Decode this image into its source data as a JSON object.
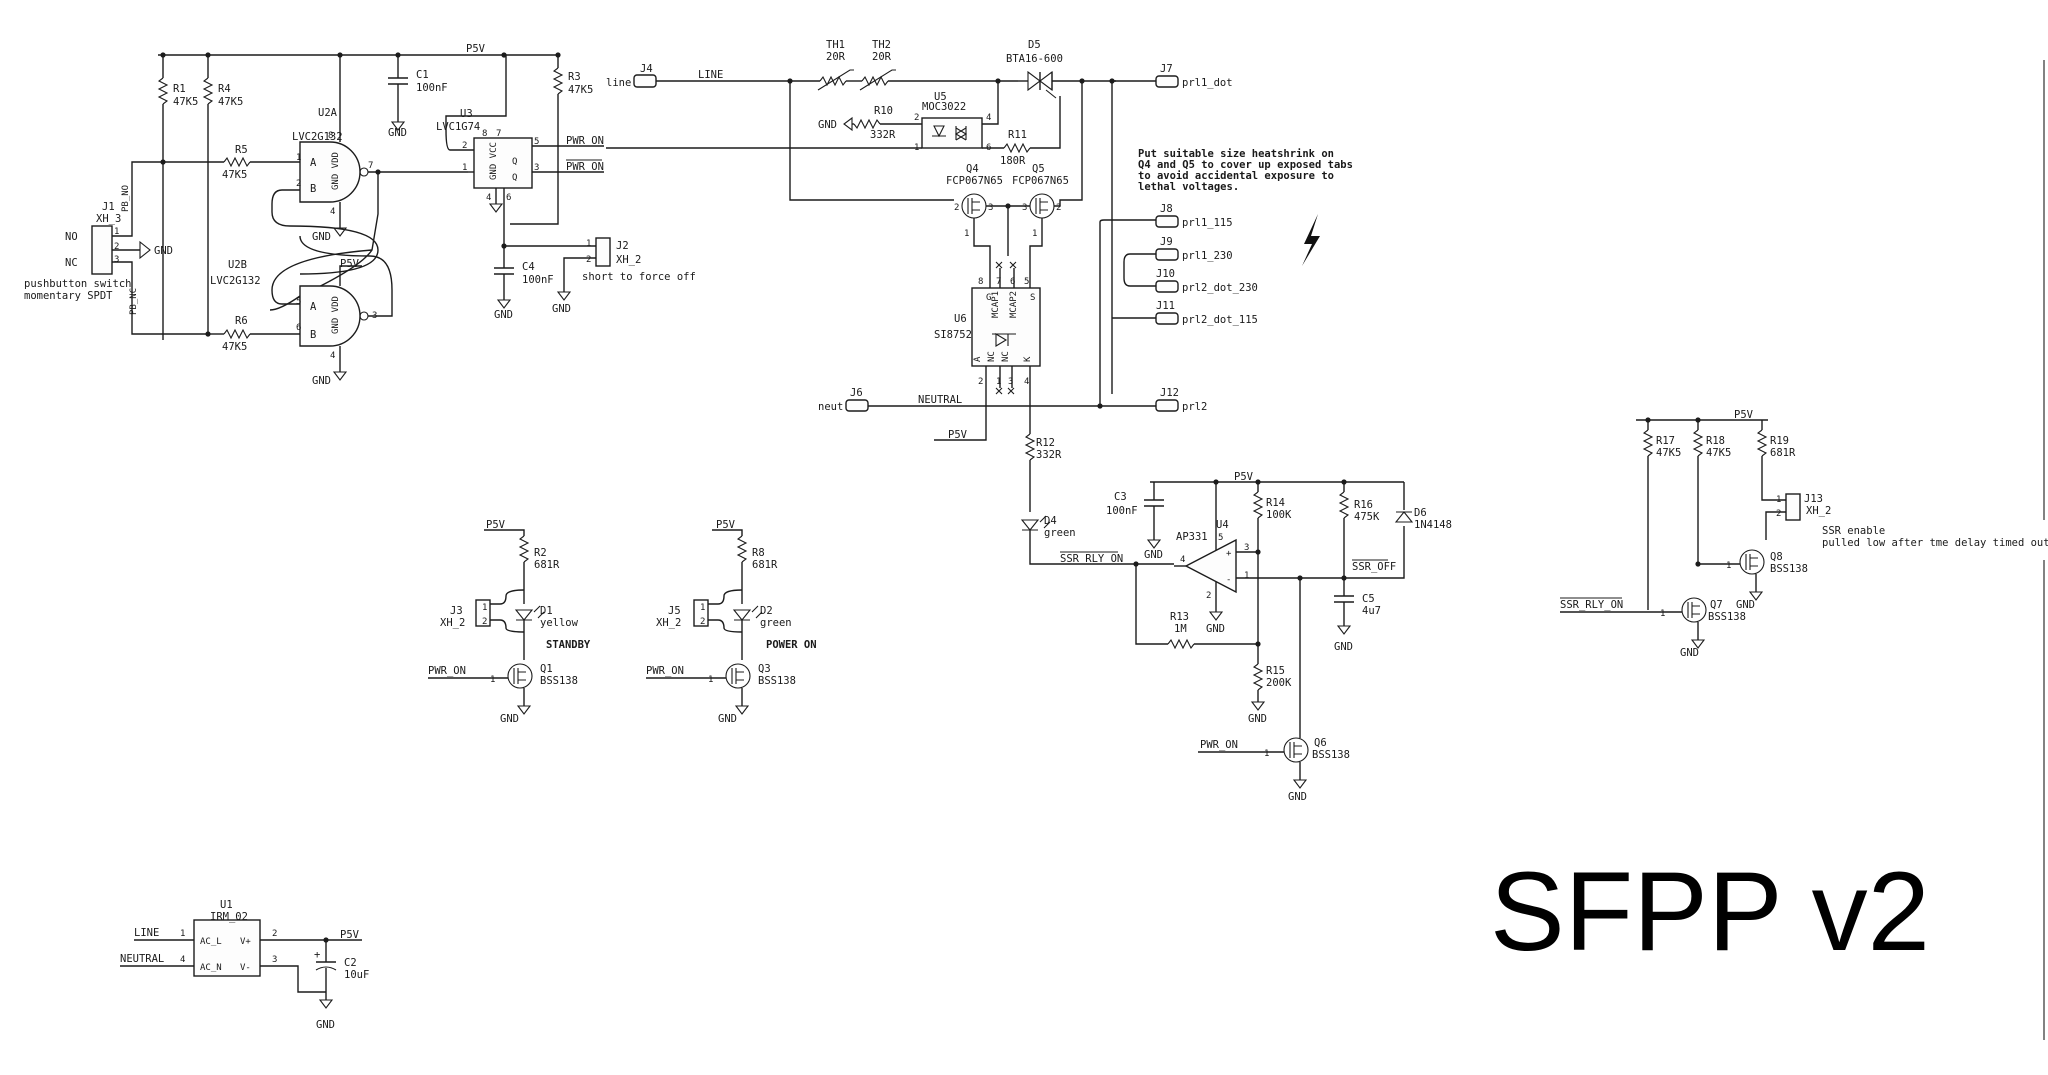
{
  "title_text": "SFPP v2",
  "note": [
    "Put suitable size heatshrink on",
    "Q4 and Q5 to cover up exposed tabs",
    "to avoid accidental exposure to",
    "lethal voltages."
  ],
  "nets": {
    "p5v": "P5V",
    "gnd": "GND",
    "line": "LINE",
    "neutral": "NEUTRAL",
    "pwr_on": "PWR_ON",
    "ssr_rly_on": "SSR_RLY_ON",
    "ssr_off": "SSR_OFF",
    "pb_no": "PB_NO",
    "pb_nc": "PB_NC"
  },
  "components": {
    "R1": {
      "ref": "R1",
      "value": "47K5"
    },
    "R4": {
      "ref": "R4",
      "value": "47K5"
    },
    "R5": {
      "ref": "R5",
      "value": "47K5"
    },
    "R6": {
      "ref": "R6",
      "value": "47K5"
    },
    "R3": {
      "ref": "R3",
      "value": "47K5"
    },
    "R2": {
      "ref": "R2",
      "value": "681R"
    },
    "R8": {
      "ref": "R8",
      "value": "681R"
    },
    "R10": {
      "ref": "R10",
      "value": "332R"
    },
    "R11": {
      "ref": "R11",
      "value": "180R"
    },
    "R12": {
      "ref": "R12",
      "value": "332R"
    },
    "R13": {
      "ref": "R13",
      "value": "1M"
    },
    "R14": {
      "ref": "R14",
      "value": "100K"
    },
    "R15": {
      "ref": "R15",
      "value": "200K"
    },
    "R16": {
      "ref": "R16",
      "value": "475K"
    },
    "R17": {
      "ref": "R17",
      "value": "47K5"
    },
    "R18": {
      "ref": "R18",
      "value": "47K5"
    },
    "R19": {
      "ref": "R19",
      "value": "681R"
    },
    "C1": {
      "ref": "C1",
      "value": "100nF"
    },
    "C2": {
      "ref": "C2",
      "value": "10uF"
    },
    "C3": {
      "ref": "C3",
      "value": "100nF"
    },
    "C4": {
      "ref": "C4",
      "value": "100nF"
    },
    "C5": {
      "ref": "C5",
      "value": "4u7"
    },
    "U1": {
      "ref": "U1",
      "value": "IRM_02",
      "pins": [
        "AC_L",
        "AC_N",
        "V+",
        "V-"
      ]
    },
    "U2A": {
      "ref": "U2A",
      "value": "LVC2G132"
    },
    "U2B": {
      "ref": "U2B",
      "value": "LVC2G132"
    },
    "U3": {
      "ref": "U3",
      "value": "LVC1G74"
    },
    "U4": {
      "ref": "U4",
      "value": "AP331"
    },
    "U5": {
      "ref": "U5",
      "value": "MOC3022"
    },
    "U6": {
      "ref": "U6",
      "value": "SI8752"
    },
    "TH1": {
      "ref": "TH1",
      "value": "20R"
    },
    "TH2": {
      "ref": "TH2",
      "value": "20R"
    },
    "D1": {
      "ref": "D1",
      "value": "yellow",
      "caption": "STANDBY"
    },
    "D2": {
      "ref": "D2",
      "value": "green",
      "caption": "POWER ON"
    },
    "D4": {
      "ref": "D4",
      "value": "green"
    },
    "D5": {
      "ref": "D5",
      "value": "BTA16-600"
    },
    "D6": {
      "ref": "D6",
      "value": "1N4148"
    },
    "Q1": {
      "ref": "Q1",
      "value": "BSS138"
    },
    "Q3": {
      "ref": "Q3",
      "value": "BSS138"
    },
    "Q4": {
      "ref": "Q4",
      "value": "FCP067N65"
    },
    "Q5": {
      "ref": "Q5",
      "value": "FCP067N65"
    },
    "Q6": {
      "ref": "Q6",
      "value": "BSS138"
    },
    "Q7": {
      "ref": "Q7",
      "value": "BSS138"
    },
    "Q8": {
      "ref": "Q8",
      "value": "BSS138"
    }
  },
  "connectors": {
    "J1": {
      "ref": "J1",
      "value": "XH_3",
      "desc": [
        "pushbutton switch",
        "momentary SPDT"
      ],
      "pins": [
        "NO",
        "NC"
      ]
    },
    "J2": {
      "ref": "J2",
      "value": "XH_2",
      "desc": "short to force off"
    },
    "J3": {
      "ref": "J3",
      "value": "XH_2"
    },
    "J5": {
      "ref": "J5",
      "value": "XH_2"
    },
    "J13": {
      "ref": "J13",
      "value": "XH_2",
      "desc": [
        "SSR enable",
        "pulled low after tme delay   timed out"
      ]
    },
    "J4": {
      "ref": "J4",
      "label": "line"
    },
    "J6": {
      "ref": "J6",
      "label": "neut"
    },
    "J7": {
      "ref": "J7",
      "label": "prl1_dot"
    },
    "J8": {
      "ref": "J8",
      "label": "prl1_115"
    },
    "J9": {
      "ref": "J9",
      "label": "prl1_230"
    },
    "J10": {
      "ref": "J10",
      "label": "prl2_dot_230"
    },
    "J11": {
      "ref": "J11",
      "label": "prl2_dot_115"
    },
    "J12": {
      "ref": "J12",
      "label": "prl2"
    }
  }
}
